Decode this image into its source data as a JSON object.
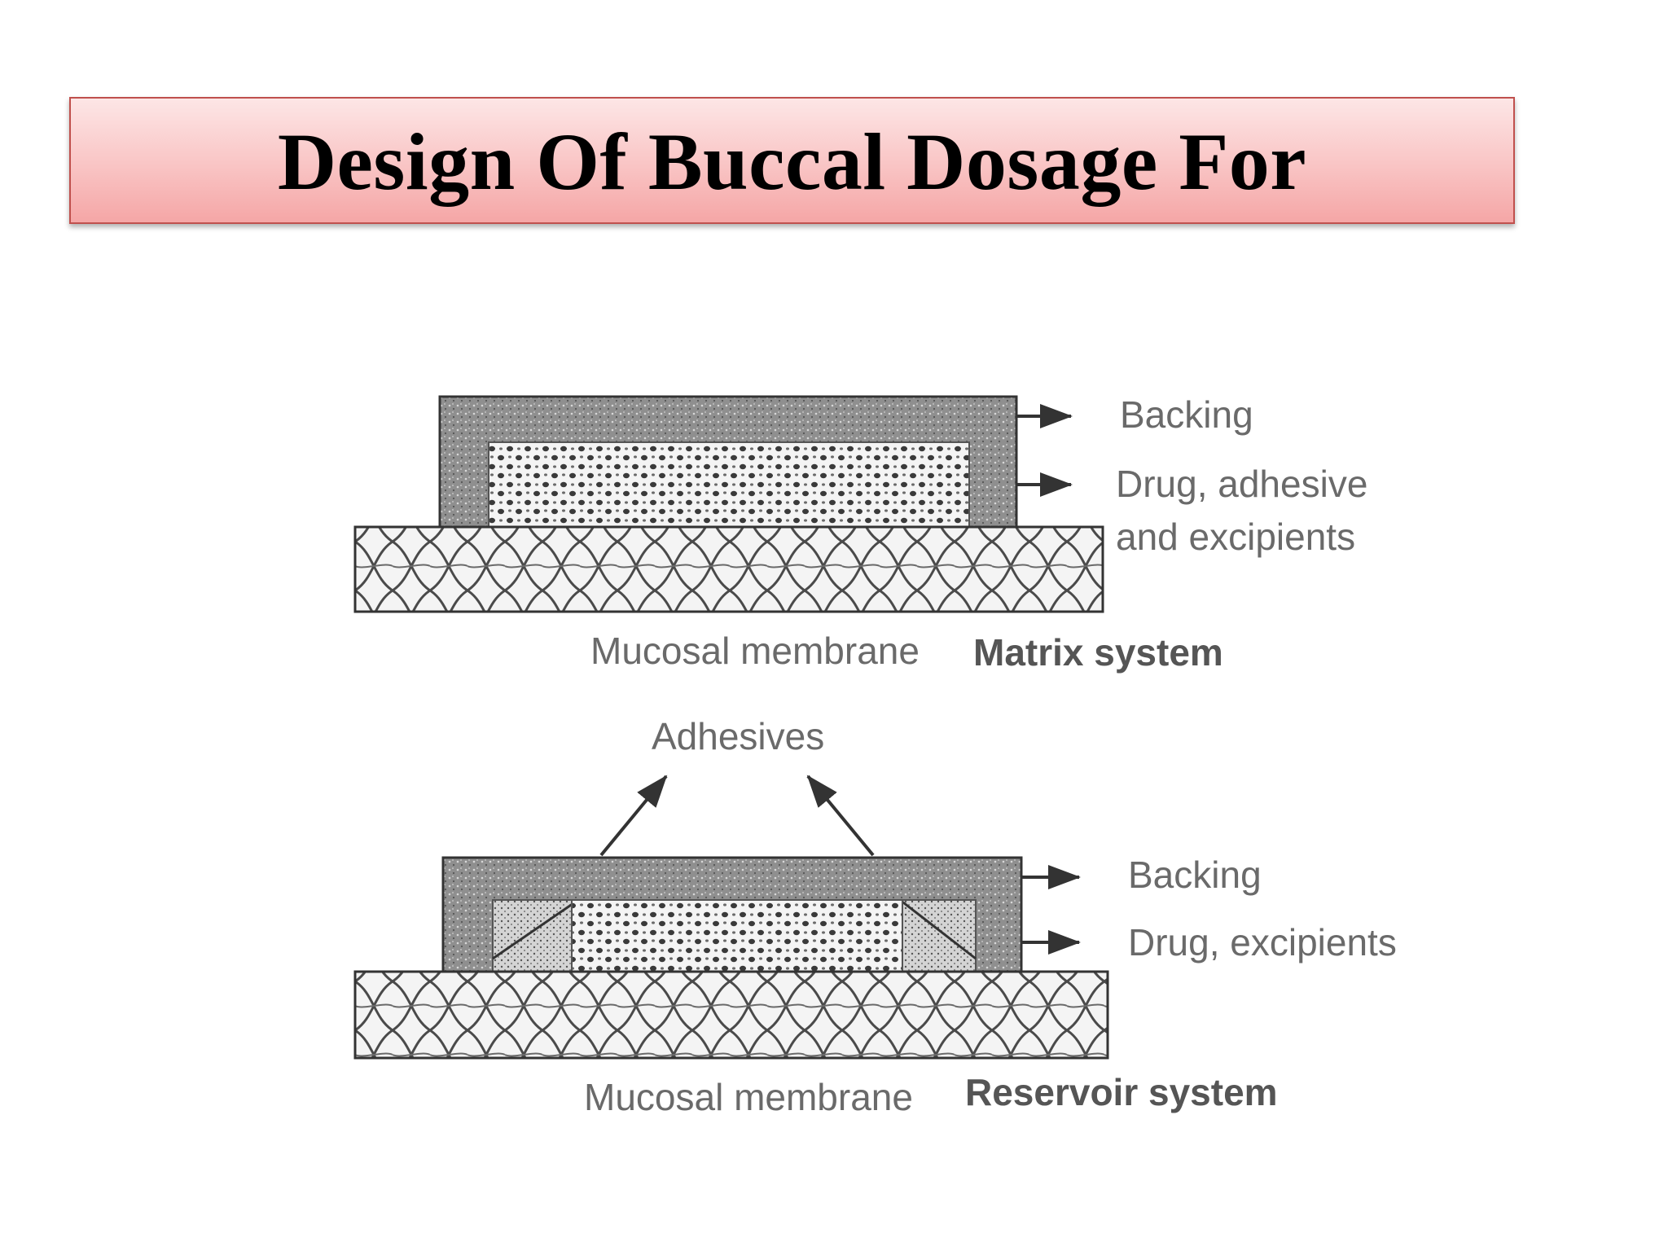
{
  "slide": {
    "title": "Design Of Buccal Dosage For"
  },
  "diagram": {
    "matrix": {
      "labels": {
        "backing": "Backing",
        "drug_line1": "Drug, adhesive",
        "drug_line2": "and excipients",
        "membrane": "Mucosal membrane",
        "system": "Matrix system"
      }
    },
    "reservoir": {
      "labels": {
        "adhesives": "Adhesives",
        "backing": "Backing",
        "drug": "Drug, excipients",
        "membrane": "Mucosal membrane",
        "system": "Reservoir system"
      }
    }
  }
}
